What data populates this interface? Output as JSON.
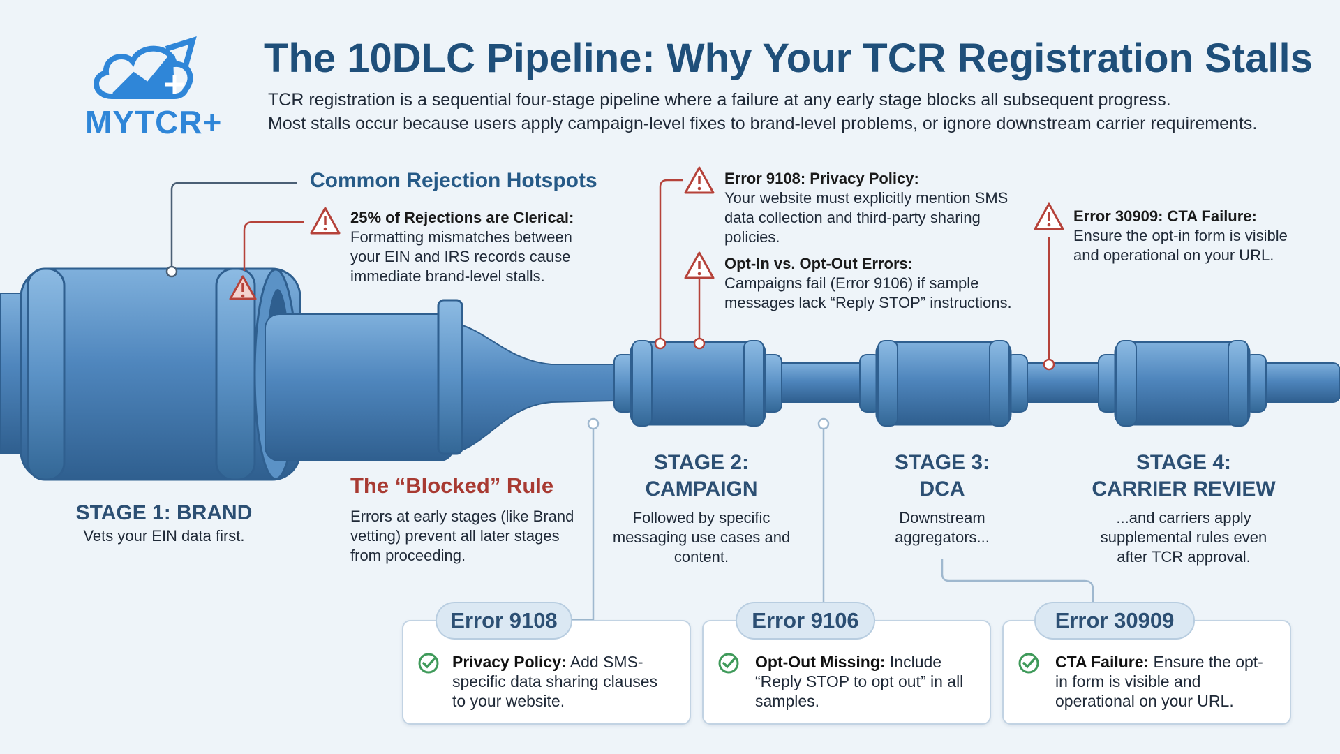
{
  "logo": {
    "text": "MYTCR+",
    "icon": "cloud-chart-icon",
    "color": "#2f86d8"
  },
  "title": "The 10DLC Pipeline: Why Your TCR Registration Stalls",
  "subtitle": {
    "line1": "TCR registration is a sequential four-stage pipeline where a failure at any early stage blocks all subsequent progress.",
    "line2": "Most stalls occur because users apply campaign-level fixes to brand-level problems, or ignore downstream carrier requirements."
  },
  "hotspots": {
    "heading": "Common Rejection Hotspots",
    "clerical": {
      "title": "25% of Rejections are Clerical:",
      "text": "Formatting mismatches between your EIN and IRS records cause immediate brand-level stalls."
    },
    "privacy": {
      "title": "Error 9108: Privacy Policy:",
      "text": "Your website must explicitly mention SMS data collection and third-party sharing policies."
    },
    "optin": {
      "title": "Opt-In vs. Opt-Out Errors:",
      "text": "Campaigns fail (Error 9106) if sample messages lack “Reply STOP” instructions."
    },
    "cta": {
      "title": "Error 30909: CTA Failure:",
      "text": "Ensure the opt-in form is visible and operational on your URL."
    }
  },
  "stages": [
    {
      "title": "STAGE 1: BRAND",
      "desc": "Vets your EIN data first."
    },
    {
      "title_line1": "STAGE 2:",
      "title_line2": "CAMPAIGN",
      "desc": "Followed by specific messaging use cases and content."
    },
    {
      "title_line1": "STAGE 3:",
      "title_line2": "DCA",
      "desc": "Downstream aggregators..."
    },
    {
      "title_line1": "STAGE 4:",
      "title_line2": "CARRIER REVIEW",
      "desc": "...and carriers apply supplemental rules even after TCR approval."
    }
  ],
  "blocked_rule": {
    "title": "The “Blocked” Rule",
    "text": "Errors at early stages (like Brand vetting) prevent all later stages from proceeding."
  },
  "cards": [
    {
      "code": "Error 9108",
      "bold": "Privacy Policy:",
      "text": " Add SMS-specific data sharing clauses to your website."
    },
    {
      "code": "Error 9106",
      "bold": "Opt-Out Missing:",
      "text": " Include “Reply STOP to opt out” in all samples."
    },
    {
      "code": "Error 30909",
      "bold": "CTA Failure:",
      "text": " Ensure the opt-in form is visible and operational on your URL."
    }
  ],
  "colors": {
    "pipe": "#4f86bd",
    "pipe_dark": "#2f5f8f",
    "warning": "#b5423a",
    "check": "#3f9a5a",
    "title": "#1f4f7a"
  }
}
